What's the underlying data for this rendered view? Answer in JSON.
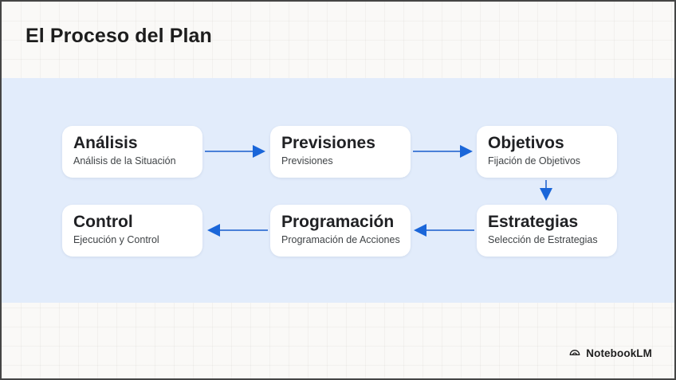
{
  "slide": {
    "title": "El Proceso del Plan"
  },
  "diagram": {
    "nodes": [
      {
        "id": "analisis",
        "title": "Análisis",
        "subtitle": "Análisis de la Situación"
      },
      {
        "id": "previsiones",
        "title": "Previsiones",
        "subtitle": "Previsiones"
      },
      {
        "id": "objetivos",
        "title": "Objetivos",
        "subtitle": "Fijación de Objetivos"
      },
      {
        "id": "estrategias",
        "title": "Estrategias",
        "subtitle": "Selección de Estrategias"
      },
      {
        "id": "programacion",
        "title": "Programación",
        "subtitle": "Programación de Acciones"
      },
      {
        "id": "control",
        "title": "Control",
        "subtitle": "Ejecución y Control"
      }
    ],
    "edges": [
      {
        "from": "Análisis",
        "to": "Previsiones",
        "direction": "right"
      },
      {
        "from": "Previsiones",
        "to": "Objetivos",
        "direction": "right"
      },
      {
        "from": "Objetivos",
        "to": "Estrategias",
        "direction": "down"
      },
      {
        "from": "Estrategias",
        "to": "Programación",
        "direction": "left"
      },
      {
        "from": "Programación",
        "to": "Control",
        "direction": "left"
      }
    ]
  },
  "footer": {
    "brand": "NotebookLM"
  },
  "colors": {
    "canvas_background": "#faf9f7",
    "band_background": "#e2ecfb",
    "node_background": "#ffffff",
    "arrow": "#3b74d1",
    "title_text": "#1d1d1d",
    "node_title_text": "#202124",
    "node_subtitle_text": "#3f4346"
  }
}
